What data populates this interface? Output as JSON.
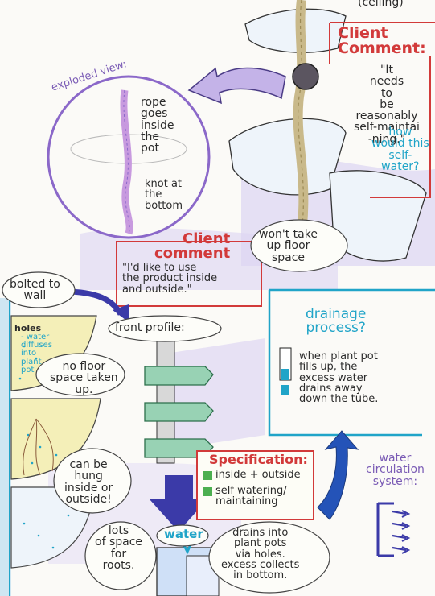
{
  "top_label": "(ceiling)",
  "exploded_view": {
    "title": "exploded view:",
    "note_rope": "rope\ngoes\ninside\nthe\npot",
    "note_knot": "knot at\nthe\nbottom"
  },
  "client_comment_1": {
    "heading": "Client\nComment:",
    "quote": "\"It\nneeds\nto\nbe\nreasonably\nself-maintai\n-ning.\"",
    "question": "how\nwould this\nself-\nwater?"
  },
  "client_comment_2": {
    "heading": "Client\ncomment",
    "quote": "\"I'd like to use\nthe product inside\nand outside.\""
  },
  "floor_note": "won't take\nup floor\nspace",
  "bolted_note": "bolted to\nwall",
  "front_profile_label": "front profile:",
  "holes_note": {
    "title": "holes",
    "body": "- water\ndiffuses\ninto\nplant\npot"
  },
  "no_floor_note": "no floor\nspace taken\nup.",
  "drainage": {
    "title": "drainage\nprocess?",
    "body": "when plant pot\nfills up, the\nexcess water\ndrains away\ndown the tube."
  },
  "specification": {
    "title": "Specification:",
    "items": [
      "inside + outside",
      "self watering/\nmaintaining"
    ]
  },
  "hung_note": "can be\nhung\ninside or\noutside!",
  "water_circulation": "water\ncirculation\nsystem:",
  "roots_note": "lots\nof space\nfor\nroots.",
  "water_label": "water",
  "drains_note": "drains into\nplant pots\nvia holes.\nexcess collects\nin bottom.",
  "colors": {
    "red": "#d23a3a",
    "cyan": "#20a4c8",
    "purple": "#7a5bb5",
    "navy": "#3b3aa8",
    "green": "#4caf50",
    "lavender": "#dcd4f2",
    "yellow": "#f4efb8"
  }
}
